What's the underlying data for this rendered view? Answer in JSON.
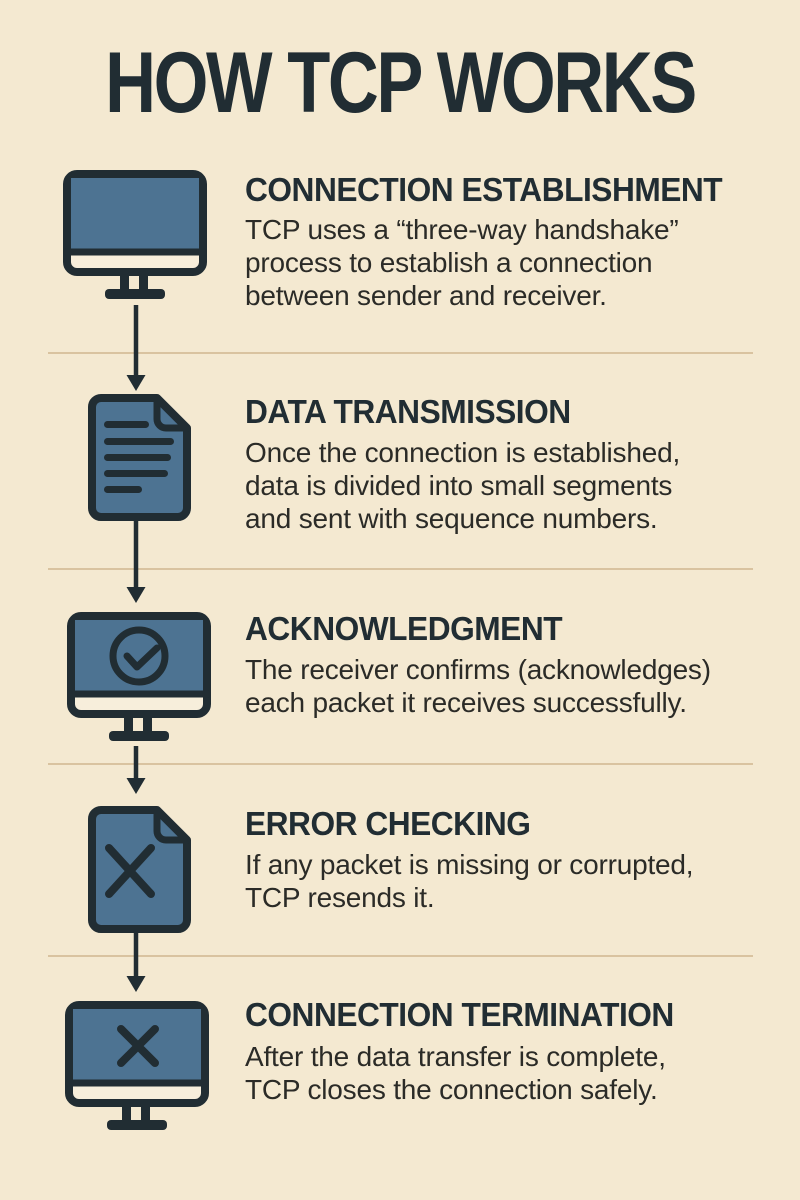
{
  "title": "HOW TCP WORKS",
  "steps": [
    {
      "heading": "CONNECTION ESTABLISHMENT",
      "icon": "monitor-icon",
      "lines": [
        "TCP uses a “three-way handshake”",
        "process to establish a connection",
        "between sender and receiver."
      ]
    },
    {
      "heading": "DATA TRANSMISSION",
      "icon": "document-lines-icon",
      "lines": [
        "Once the connection is established,",
        "data is divided into small segments",
        "and sent with sequence numbers."
      ]
    },
    {
      "heading": "ACKNOWLEDGMENT",
      "icon": "monitor-check-icon",
      "lines": [
        "The receiver confirms (acknowledges)",
        "each packet it receives successfully."
      ]
    },
    {
      "heading": "ERROR CHECKING",
      "icon": "document-x-icon",
      "lines": [
        "If any packet is missing or corrupted,",
        "TCP resends it."
      ]
    },
    {
      "heading": "CONNECTION TERMINATION",
      "icon": "monitor-x-icon",
      "lines": [
        "After the data transfer is complete,",
        "TCP closes the connection safely."
      ]
    }
  ],
  "colors": {
    "background": "#f4e9d1",
    "ink": "#212d33",
    "body_text": "#2b2b27",
    "screen_blue": "#4d7392",
    "divider": "#d9c3a0"
  }
}
